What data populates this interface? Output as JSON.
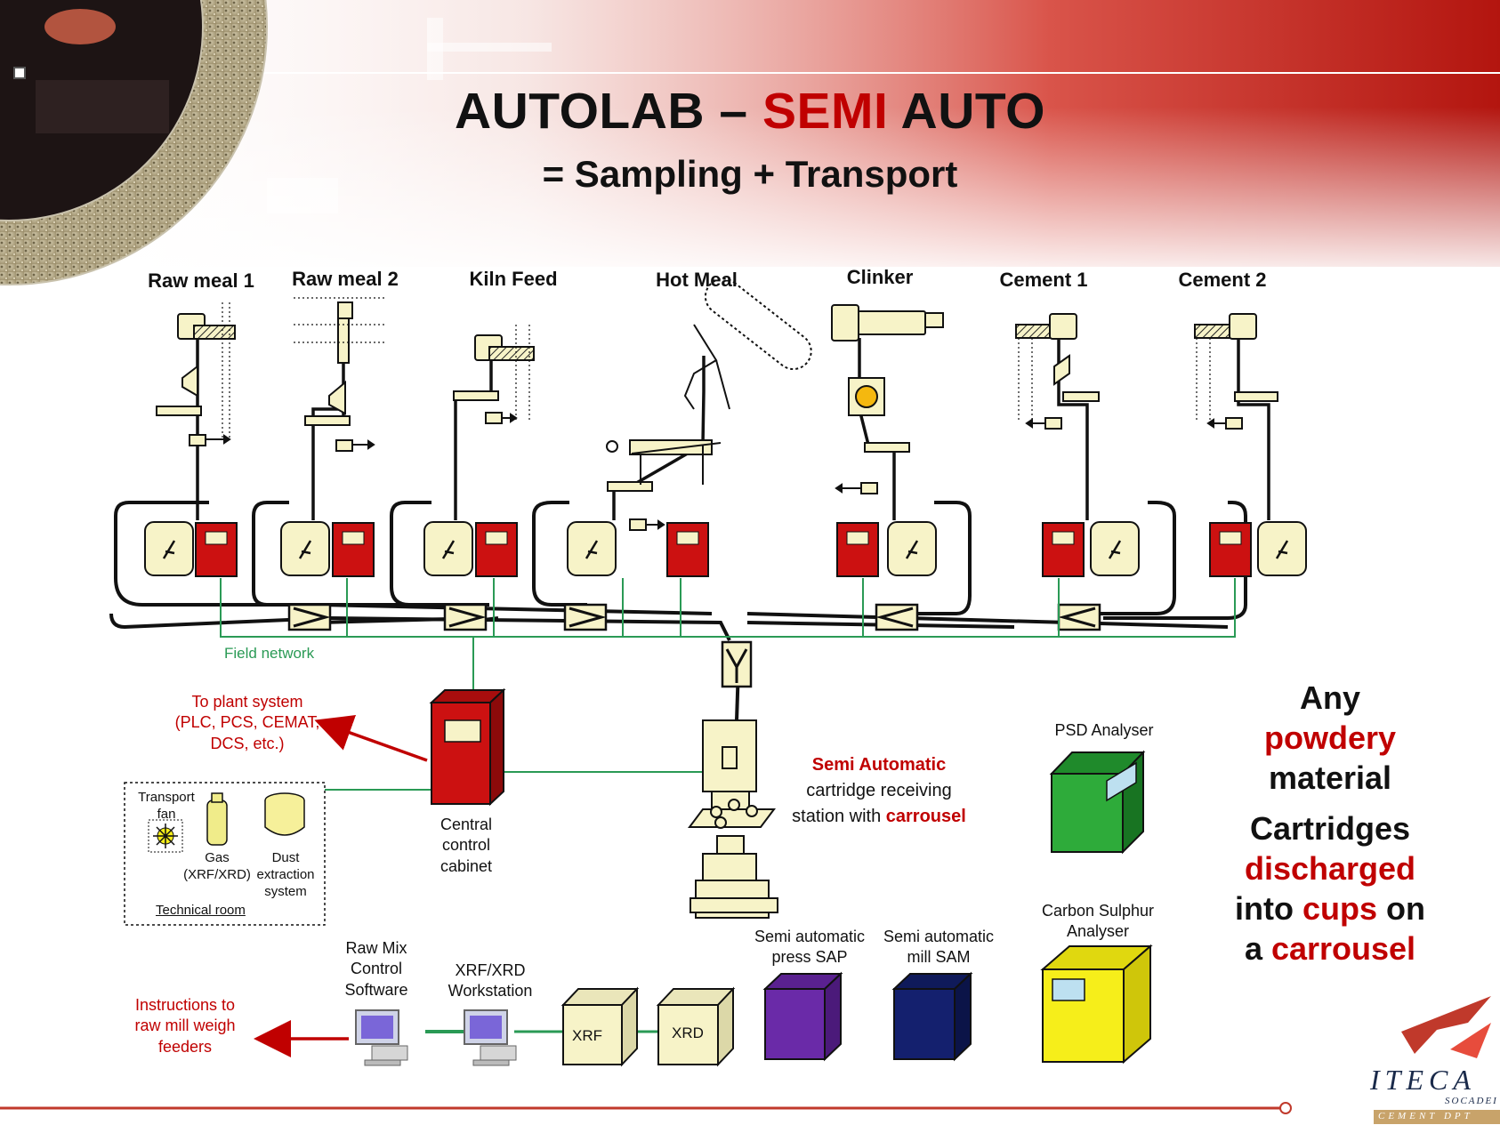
{
  "title": {
    "part1": "AUTOLAB – ",
    "part2_red": "SEMI",
    "part3": " AUTO",
    "subtitle": "= Sampling + Transport"
  },
  "sources": [
    "Raw meal 1",
    "Raw meal 2",
    "Kiln Feed",
    "Hot Meal",
    "Clinker",
    "Cement 1",
    "Cement 2"
  ],
  "network": {
    "label": "Field network"
  },
  "plant_link": {
    "line1": "To plant system",
    "line2": "(PLC, PCS, CEMAT,",
    "line3": "DCS, etc.)"
  },
  "technical_room": {
    "title": "Technical room",
    "fan_line1": "Transport",
    "fan_line2": "fan",
    "gas_line1": "Gas",
    "gas_line2": "(XRF/XRD)",
    "dust_line1": "Dust",
    "dust_line2": "extraction",
    "dust_line3": "system"
  },
  "cabinet": {
    "line1": "Central",
    "line2": "control",
    "line3": "cabinet"
  },
  "station": {
    "line1": "Semi Automatic",
    "line2": "cartridge receiving",
    "line3_plain": "station with ",
    "line3_red": "carrousel"
  },
  "analysers": {
    "psd": "PSD Analyser",
    "cs_line1": "Carbon Sulphur",
    "cs_line2": "Analyser",
    "press_line1": "Semi automatic",
    "press_line2": "press SAP",
    "mill_line1": "Semi automatic",
    "mill_line2": "mill SAM",
    "xrf": "XRF",
    "xrd": "XRD"
  },
  "software": {
    "rawmix_line1": "Raw Mix",
    "rawmix_line2": "Control",
    "rawmix_line3": "Software",
    "ws_line1": "XRF/XRD",
    "ws_line2": "Workstation",
    "instr_line1": "Instructions to",
    "instr_line2": "raw mill weigh",
    "instr_line3": "feeders"
  },
  "right": {
    "any": "Any",
    "powdery": "powdery",
    "material": "material",
    "cartridges": "Cartridges",
    "discharged": "discharged",
    "into": "into ",
    "cups": "cups",
    "on": " on",
    "a": "a ",
    "carrousel": "carrousel"
  },
  "logo": {
    "brand": "ITECA",
    "sub1": "SOCADEI",
    "sub2": "CEMENT DPT"
  },
  "colors": {
    "accent_red": "#c00000",
    "network_green": "#2a9a55",
    "psd_green": "#2eab3a",
    "press_purple": "#6a2aa8",
    "mill_navy": "#14206e",
    "cs_yellow": "#f6ee1a",
    "cream": "#f7f3c8",
    "cabinet_red": "#cc1111"
  }
}
